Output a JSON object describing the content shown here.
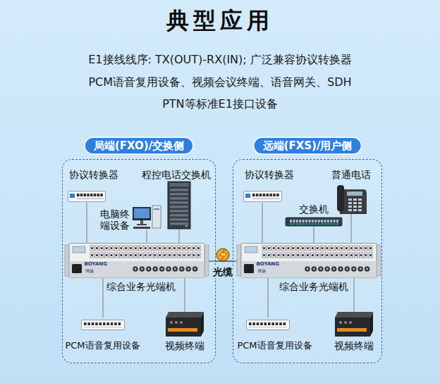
{
  "diagram": {
    "title": "典型应用",
    "nodes": [
      {
        "text": [
          "局端(FXO)/交换侧"
        ]
      },
      {
        "text": [
          "协议转换器"
        ],
        "in": 0
      },
      {
        "text": [
          "程控电话交换机"
        ],
        "in": 0
      },
      {
        "text": [
          "电脑终端设备"
        ],
        "in": 0
      },
      {
        "text": [
          "综合业务光端机"
        ],
        "in": 0
      },
      {
        "text": [
          "PCM语音复用设备"
        ],
        "in": 0
      },
      {
        "text": [
          "视频终端"
        ],
        "in": 0
      },
      {
        "text": [
          "远端(FXS)/用户侧"
        ]
      },
      {
        "text": [
          "协议转换器"
        ],
        "in": 7
      },
      {
        "text": [
          "普通电话"
        ],
        "in": 7
      },
      {
        "text": [
          "交换机"
        ],
        "in": 7
      },
      {
        "text": [
          "综合业务光端机"
        ],
        "in": 7
      },
      {
        "text": [
          "PCM语音复用设备"
        ],
        "in": 7
      },
      {
        "text": [
          "视频终端"
        ],
        "in": 7
      }
    ],
    "edges": [
      {
        "from": 1,
        "to": 4,
        "arrow": "none"
      },
      {
        "from": 2,
        "to": 4,
        "arrow": "none"
      },
      {
        "from": 3,
        "to": 4,
        "arrow": "none"
      },
      {
        "from": 4,
        "to": 5,
        "arrow": "none"
      },
      {
        "from": 4,
        "to": 6,
        "arrow": "none"
      },
      {
        "from": 8,
        "to": 11,
        "arrow": "none"
      },
      {
        "from": 9,
        "to": 11,
        "arrow": "none"
      },
      {
        "from": 10,
        "to": 11,
        "arrow": "none"
      },
      {
        "from": 11,
        "to": 12,
        "arrow": "none"
      },
      {
        "from": 11,
        "to": 13,
        "arrow": "none"
      },
      {
        "from": 4,
        "to": 11,
        "label": "光缆",
        "arrow": "none"
      }
    ],
    "labels": [
      "E1接线线序: TX(OUT)-RX(IN); 广泛兼容协议转换器",
      "PCM语音复用设备、视频会议终端、语音网关、SDH",
      "PTN等标准E1接口设备",
      "BOYANG",
      "博扬",
      "BOYANG",
      "博扬"
    ]
  }
}
